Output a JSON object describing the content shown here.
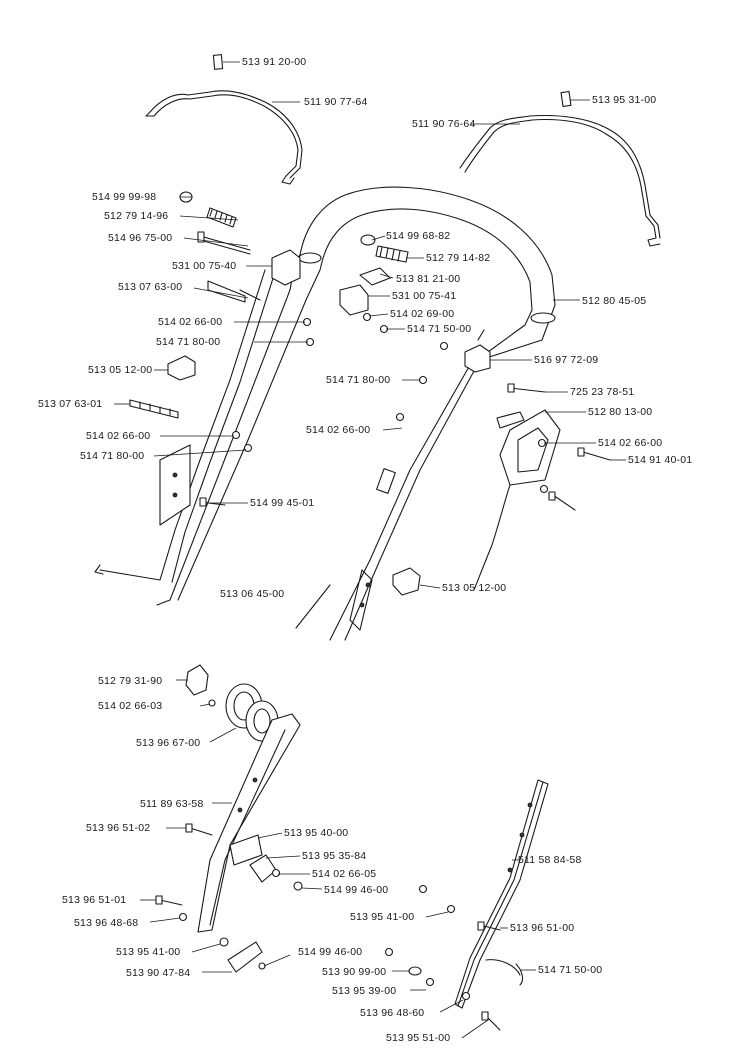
{
  "labels": {
    "l01": "513 91 20-00",
    "l02": "511 90 77-64",
    "l03": "513 95 31-00",
    "l04": "511 90 76-64",
    "l05": "514 99 99-98",
    "l06": "512 79 14-96",
    "l07": "514 96 75-00",
    "l08": "531 00 75-40",
    "l09": "513 07 63-00",
    "l10": "514 02 66-00",
    "l11": "514 71 80-00",
    "l12": "513 05 12-00",
    "l13": "513 07 63-01",
    "l14": "514 02 66-00",
    "l15": "514 71 80-00",
    "l16": "514 99 45-01",
    "l17": "513 06 45-00",
    "l18": "514 99 68-82",
    "l19": "512 79 14-82",
    "l20": "513 81 21-00",
    "l21": "531 00 75-41",
    "l22": "514 02 69-00",
    "l23": "514 71 50-00",
    "l24": "512 80 45-05",
    "l25": "516 97 72-09",
    "l26": "514 71 80-00",
    "l27": "725 23 78-51",
    "l28": "514 02 66-00",
    "l29": "512 80 13-00",
    "l30": "514 02 66-00",
    "l31": "514 91 40-01",
    "l32": "513 05 12-00",
    "l33": "512 79 31-90",
    "l34": "514 02 66-03",
    "l35": "513 96 67-00",
    "l36": "511 89 63-58",
    "l37": "513 96 51-02",
    "l38": "513 95 40-00",
    "l39": "513 95 35-84",
    "l40": "514 02 66-05",
    "l41": "514 99 46-00",
    "l42": "513 96 51-01",
    "l43": "513 96 48-68",
    "l44": "513 95 41-00",
    "l45": "514 99 46-00",
    "l46": "513 90 47-84",
    "l47": "513 95 41-00",
    "l48": "511 58 84-58",
    "l49": "513 96 51-00",
    "l50": "514 71 50-00",
    "l51": "513 90 99-00",
    "l52": "513 95 39-00",
    "l53": "513 96 48-60",
    "l54": "513 95 51-00"
  }
}
